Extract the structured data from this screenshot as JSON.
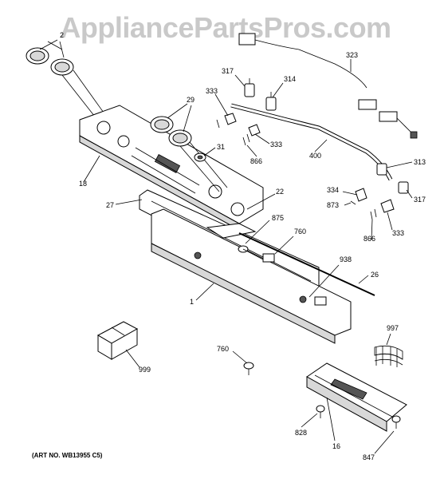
{
  "watermark": "AppliancePartsPros.com",
  "art_number": "(ART NO. WB13955 C5)",
  "callouts": {
    "c2": "2",
    "c29": "29",
    "c31": "31",
    "c18": "18",
    "c27": "27",
    "c22": "22",
    "c875": "875",
    "c760a": "760",
    "c1": "1",
    "c938": "938",
    "c26": "26",
    "c760b": "760",
    "c999": "999",
    "c997": "997",
    "c828": "828",
    "c16": "16",
    "c847": "847",
    "c317a": "317",
    "c314": "314",
    "c333a": "333",
    "c333b": "333",
    "c866a": "866",
    "c323": "323",
    "c400": "400",
    "c313": "313",
    "c317b": "317",
    "c334": "334",
    "c873": "873",
    "c866b": "866",
    "c333c": "333"
  }
}
